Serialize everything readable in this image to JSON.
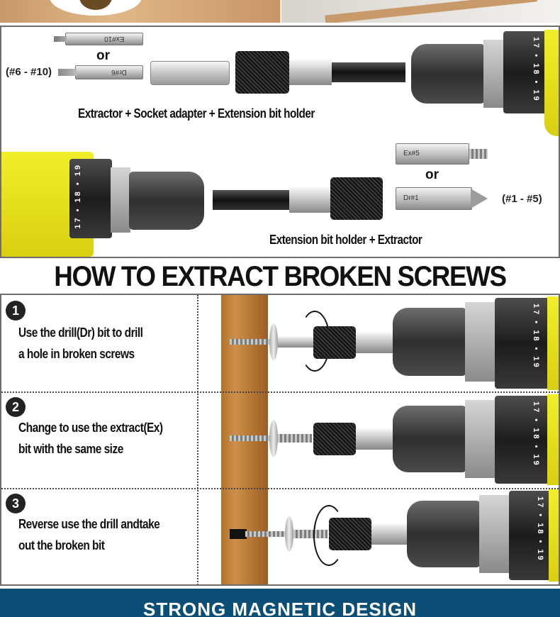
{
  "top_panel": {
    "caption_1": "Extractor + Socket adapter + Extension bit holder",
    "caption_2": "Extension bit holder + Extractor",
    "size_range_1": "(#6 - #10)",
    "size_range_2": "(#1 - #5)",
    "or_text": "or",
    "bit_labels": {
      "ex10": "Ex#10",
      "dr6": "Dr#6",
      "ex5": "Ex#5",
      "dr1": "Dr#1"
    },
    "dial_numbers": "17 • 18 • 19"
  },
  "title": "HOW TO EXTRACT BROKEN SCREWS",
  "steps": [
    {
      "number": "1",
      "line1": "Use the drill(Dr) bit to drill",
      "line2": "a hole in broken screws"
    },
    {
      "number": "2",
      "line1": "Change to use the extract(Ex)",
      "line2": "bit with the same size"
    },
    {
      "number": "3",
      "line1": "Reverse use the drill andtake",
      "line2": "out the broken bit"
    }
  ],
  "footer": "STRONG MAGNETIC DESIGN",
  "colors": {
    "footer_bg": "#0b4f77",
    "drill_yellow": "#f2ee2a",
    "wood": "#c0813f"
  }
}
